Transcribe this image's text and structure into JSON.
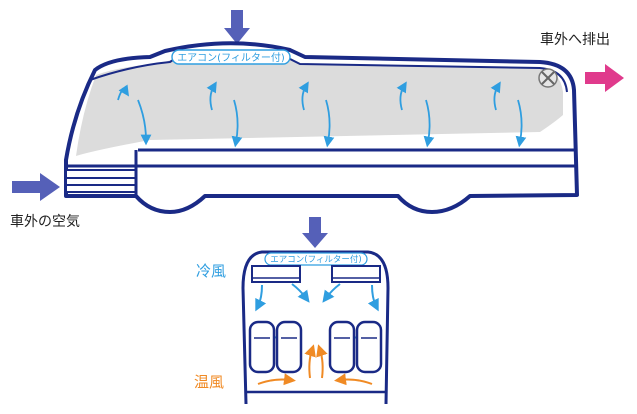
{
  "labels": {
    "ac_filter_top": "エアコン(フィルター付)",
    "ac_filter_front": "エアコン(フィルター付)",
    "exhaust": "車外へ排出",
    "outside_air": "車外の空気",
    "cold_air": "冷風",
    "warm_air": "温風"
  },
  "colors": {
    "navy": "#1a2a86",
    "intake_arrow": "#5560b8",
    "exhaust_arrow": "#e03a8c",
    "cold_blue": "#2f9ee0",
    "warm_orange": "#f08a24",
    "cabin_gray": "#dcdcdc"
  }
}
